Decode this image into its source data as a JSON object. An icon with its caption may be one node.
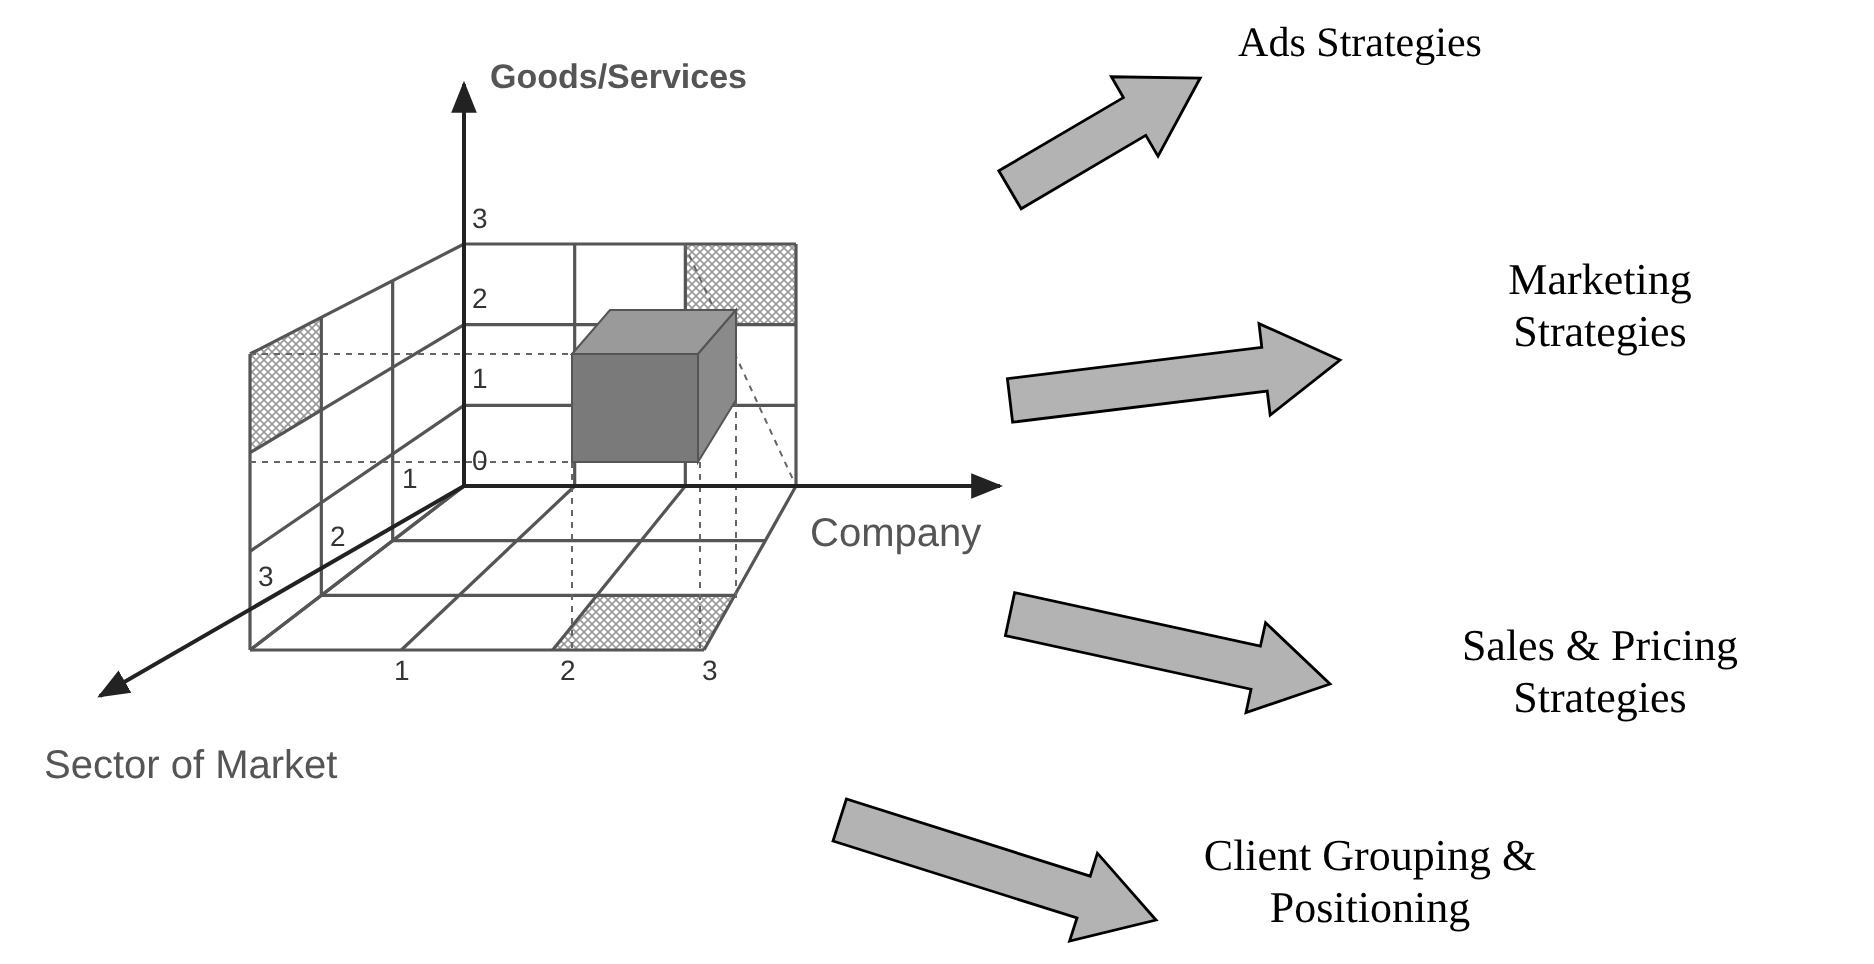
{
  "diagram": {
    "nodes": [
      {
        "text": [],
        "shape": "picture"
      },
      {
        "text": [
          "Ads Strategies"
        ]
      },
      {
        "text": [
          "Marketing Strategies"
        ]
      },
      {
        "text": [
          "Sales & Pricing Strategies"
        ]
      },
      {
        "text": [
          "Client Grouping & Positioning"
        ]
      }
    ],
    "edges": [
      {
        "from": 0,
        "to": 1,
        "arrow": "to"
      },
      {
        "from": 0,
        "to": 2,
        "arrow": "to"
      },
      {
        "from": 0,
        "to": 3,
        "arrow": "to"
      },
      {
        "from": 0,
        "to": 4,
        "arrow": "to"
      }
    ],
    "labels": [
      "Goods/Services",
      "3",
      "2",
      "1",
      "0",
      "Company",
      "1",
      "2",
      "3",
      "1",
      "2",
      "3",
      "Sector of Market"
    ]
  }
}
